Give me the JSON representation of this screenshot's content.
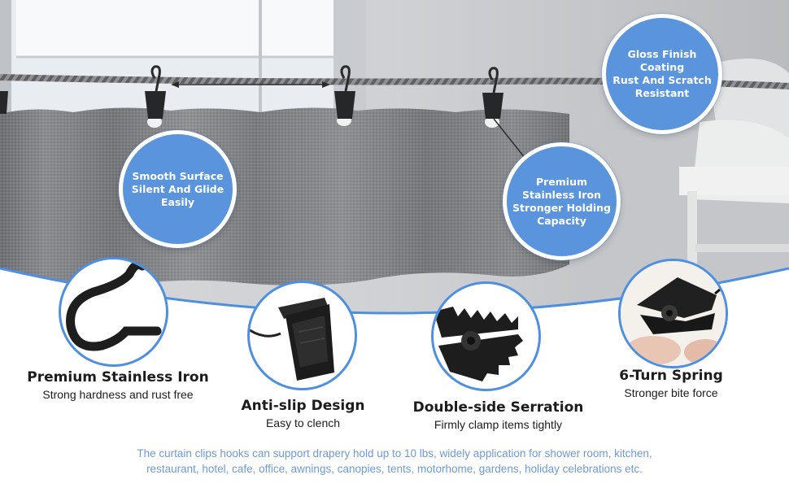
{
  "callouts": {
    "smooth_surface": "Smooth Surface\nSilent And Glide\nEasily",
    "premium_iron": "Premium\nStainless Iron\nStronger Holding\nCapacity",
    "gloss_finish": "Gloss Finish Coating\nRust And Scratch\nResistant"
  },
  "features": [
    {
      "title": "Premium Stainless Iron",
      "subtitle": "Strong hardness and rust free"
    },
    {
      "title": "Anti-slip Design",
      "subtitle": "Easy to clench"
    },
    {
      "title": "Double-side Serration",
      "subtitle": "Firmly clamp items tightly"
    },
    {
      "title": "6-Turn Spring",
      "subtitle": "Stronger bite force"
    }
  ],
  "footer": {
    "line1": "The curtain clips hooks can support drapery hold up to 10 lbs, widely application for shower room, kitchen,",
    "line2": "restaurant, hotel, cafe, office, awnings, canopies, tents, motorhome, gardens, holiday celebrations etc."
  },
  "icons": {
    "hook": "hook-icon",
    "clip": "clip-icon",
    "serration": "serration-icon",
    "spring": "spring-icon",
    "arrow": "double-arrow-icon"
  },
  "colors": {
    "accent_blue": "#5a94dc",
    "ring_blue": "#4f8fe0",
    "footer_text": "#6f9ad8",
    "curtain": "#7d7f82"
  }
}
